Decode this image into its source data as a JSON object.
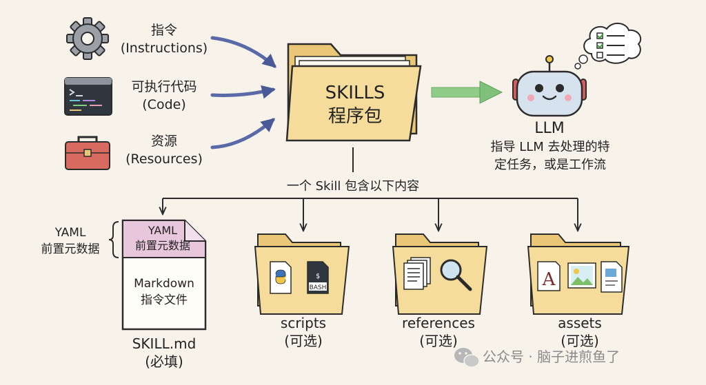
{
  "inputs": [
    {
      "name_zh": "指令",
      "name_en": "(Instructions)",
      "icon": "gear-icon"
    },
    {
      "name_zh": "可执行代码",
      "name_en": "(Code)",
      "icon": "terminal-icon"
    },
    {
      "name_zh": "资源",
      "name_en": "(Resources)",
      "icon": "toolbox-icon"
    }
  ],
  "skills_folder": {
    "line1": "SKILLS",
    "line2": "程序包"
  },
  "llm": {
    "name": "LLM",
    "desc_line1": "指导 LLM 去处理的特",
    "desc_line2": "定任务，或是工作流"
  },
  "contains_label": "一个 Skill 包含以下内容",
  "yaml_brace": {
    "line1": "YAML",
    "line2": "前置元数据"
  },
  "skill_md": {
    "header_line1": "YAML",
    "header_line2": "前置元数据",
    "body_line1": "Markdown",
    "body_line2": "指令文件",
    "name": "SKILL.md",
    "note": "(必填)"
  },
  "folders": [
    {
      "name": "scripts",
      "note": "(可选)",
      "icons": [
        "python-icon",
        "bash-icon"
      ],
      "bash_label": "BASH"
    },
    {
      "name": "references",
      "note": "(可选)",
      "icons": [
        "documents-icon",
        "magnifier-icon"
      ]
    },
    {
      "name": "assets",
      "note": "(可选)",
      "icons": [
        "font-icon",
        "image-icon",
        "file-icon"
      ],
      "font_glyph": "A"
    }
  ],
  "watermark": "公众号 · 脑子进煎鱼了",
  "colors": {
    "folder_fill": "#f5dc9a",
    "folder_back": "#e9c777",
    "arrow_blue": "#5a6aa8",
    "arrow_green": "#7fc07a",
    "yaml_header": "#e8c6dc",
    "outline": "#2b2b2b"
  }
}
